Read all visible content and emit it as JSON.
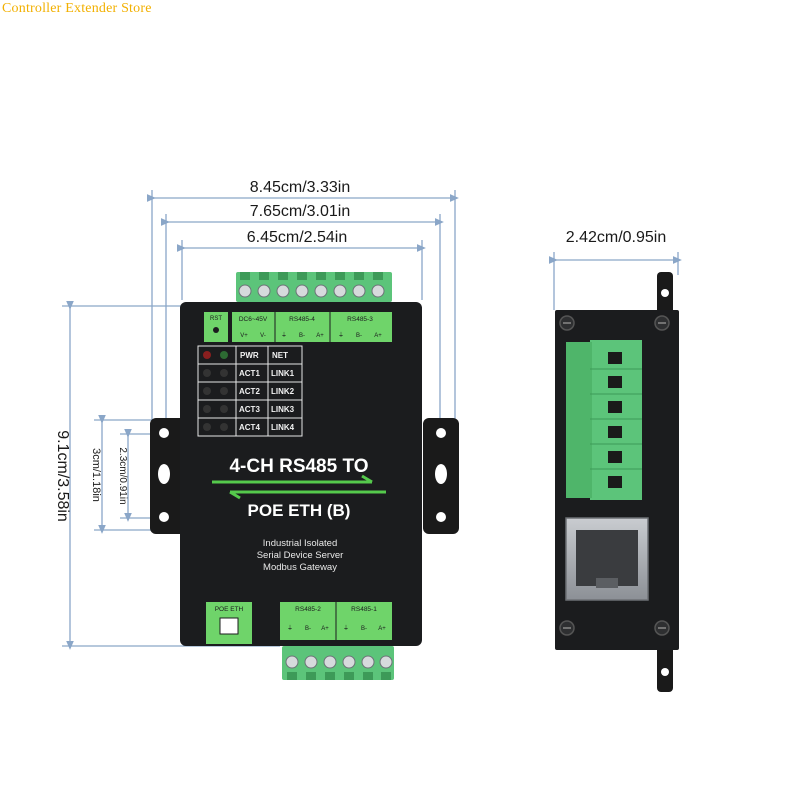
{
  "watermark": "Controller Extender Store",
  "dimensions": {
    "width_outer": "8.45cm/3.33in",
    "width_mid": "7.65cm/3.01in",
    "width_inner": "6.45cm/2.54in",
    "height_total": "9.1cm/3.58in",
    "hole_spacing_outer": "3cm/1.18in",
    "hole_spacing_inner": "2.3cm/0.91in",
    "depth": "2.42cm/0.95in"
  },
  "device": {
    "title_line1": "4-CH RS485 TO",
    "title_line2": "POE ETH (B)",
    "desc_line1": "Industrial Isolated",
    "desc_line2": "Serial Device Server",
    "desc_line3": "Modbus Gateway",
    "top_labels": {
      "rst": "RST",
      "power": "DC6~45V",
      "rs485_4": "RS485-4",
      "rs485_3": "RS485-3"
    },
    "top_pins": [
      "V+",
      "V-",
      "⏚",
      "B-",
      "A+",
      "⏚",
      "B-",
      "A+"
    ],
    "bottom_labels": {
      "poe": "POE ETH",
      "rs485_2": "RS485-2",
      "rs485_1": "RS485-1"
    },
    "bottom_pins": [
      "⏚",
      "B-",
      "A+",
      "⏚",
      "B-",
      "A+"
    ],
    "led_table": [
      [
        "PWR",
        "NET"
      ],
      [
        "ACT1",
        "LINK1"
      ],
      [
        "ACT2",
        "LINK2"
      ],
      [
        "ACT3",
        "LINK3"
      ],
      [
        "ACT4",
        "LINK4"
      ]
    ]
  },
  "colors": {
    "body": "#1b1c1e",
    "terminal_green": "#5cc47a",
    "label_green": "#6fd46a",
    "accent_arrow": "#55c94c",
    "dim_line": "#8aa6c8"
  }
}
